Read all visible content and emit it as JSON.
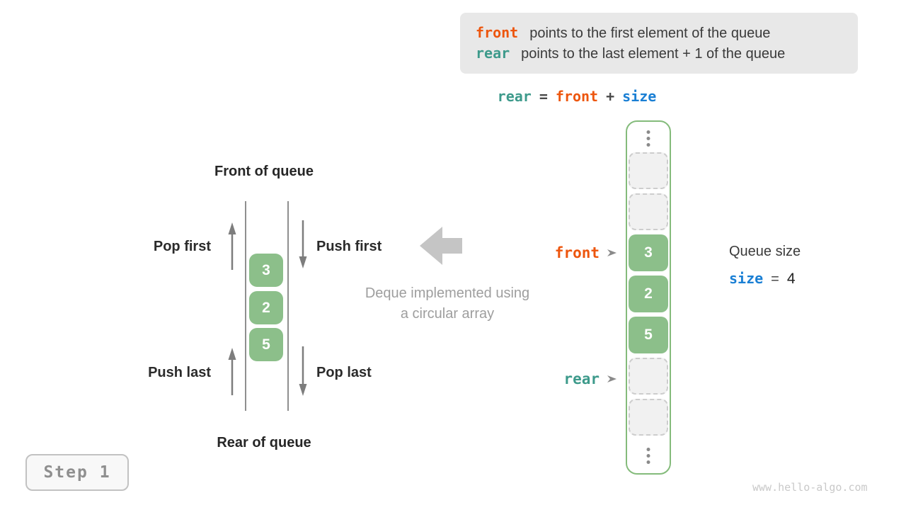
{
  "legend": {
    "front_keyword": "front",
    "front_text": "points to the first element of the queue",
    "rear_keyword": "rear",
    "rear_text": "points to the last element + 1 of the queue"
  },
  "formula": {
    "rear": "rear",
    "equals": "=",
    "front": "front",
    "plus": "+",
    "size": "size"
  },
  "deque_diagram": {
    "front_of_queue_label": "Front of queue",
    "rear_of_queue_label": "Rear of queue",
    "pop_first_label": "Pop first",
    "push_first_label": "Push first",
    "push_last_label": "Push last",
    "pop_last_label": "Pop last",
    "stack_values": [
      "3",
      "2",
      "5"
    ]
  },
  "caption": {
    "line1": "Deque implemented using",
    "line2": "a circular array"
  },
  "array_column": {
    "top_ellipsis": "⋮",
    "bottom_ellipsis": "⋮",
    "cells": [
      "",
      "",
      "3",
      "2",
      "5",
      "",
      ""
    ],
    "front_pointer_label": "front",
    "rear_pointer_label": "rear"
  },
  "queue_size": {
    "title": "Queue size",
    "keyword": "size",
    "equals": "=",
    "value": "4"
  },
  "step_badge": {
    "label": "Step 1"
  },
  "watermark": "www.hello-algo.com",
  "colors": {
    "front_accent": "#ed560e",
    "rear_accent": "#3d9a8b",
    "size_accent": "#1a7fd4",
    "cell_green": "#8cbf8a",
    "arrow_gray": "#7d7d7d",
    "legend_background": "#e8e8e8"
  }
}
